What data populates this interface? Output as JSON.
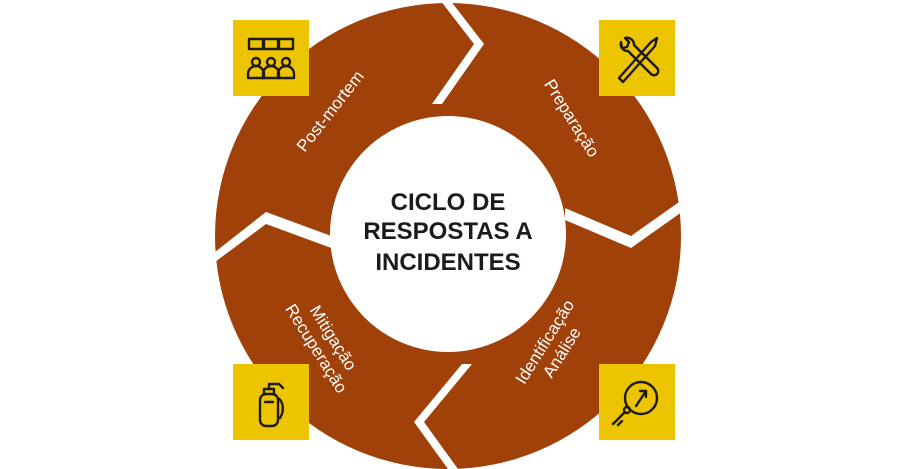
{
  "colors": {
    "ring": "#a0410a",
    "separator": "#ffffff",
    "center": "#ffffff",
    "icon_box": "#ecc400",
    "icon_stroke": "#1f1a17",
    "center_text": "#1f1a17",
    "label_text": "#ffffff"
  },
  "center": {
    "line1": "CICLO DE",
    "line2": "RESPOSTAS A",
    "line3": "INCIDENTES"
  },
  "segments": [
    {
      "id": "preparacao",
      "lines": [
        "Preparação"
      ],
      "icon": "tools-icon"
    },
    {
      "id": "identificacao",
      "lines": [
        "Identificação",
        "Análise"
      ],
      "icon": "target-arrow-icon"
    },
    {
      "id": "mitigacao",
      "lines": [
        "Mitigação",
        "Recuperação"
      ],
      "icon": "fire-extinguisher-icon"
    },
    {
      "id": "postmortem",
      "lines": [
        "Post-mortem"
      ],
      "icon": "team-discussion-icon"
    }
  ]
}
